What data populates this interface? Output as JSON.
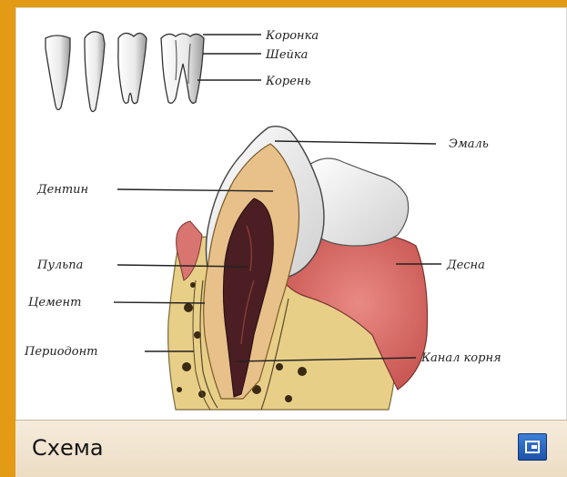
{
  "diagram": {
    "labels": {
      "crown": "Коронка",
      "neck": "Шейка",
      "root": "Корень",
      "enamel": "Эмаль",
      "dentin": "Дентин",
      "pulp": "Пульпа",
      "gum": "Десна",
      "cement": "Цемент",
      "periodontium": "Периодонт",
      "root_canal": "Канал корня"
    }
  },
  "footer": {
    "caption": "Схема",
    "expand_icon": "expand-icon"
  },
  "colors": {
    "background": "#e39a14",
    "gum": "#d86a66",
    "bone": "#e8cf88",
    "enamel": "#f4f4f4",
    "dentin": "#e7c189",
    "pulp": "#4a1e22"
  }
}
